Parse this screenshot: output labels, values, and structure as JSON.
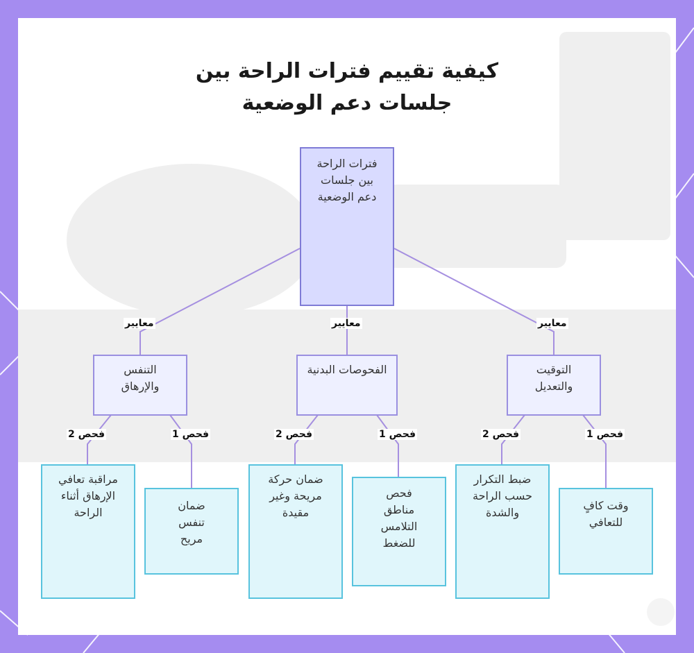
{
  "title": {
    "line1": "كيفية تقييم فترات الراحة بين",
    "line2": "جلسات دعم الوضعية"
  },
  "root": {
    "text": "فترات الراحة بين جلسات دعم الوضعية"
  },
  "criteria_label": "معايير",
  "branches": [
    {
      "name": "التنفس والإرهاق",
      "leaves": [
        {
          "label": "فحص 2",
          "text": "مراقبة تعافي الإرهاق أثناء الراحة"
        },
        {
          "label": "فحص 1",
          "text": "ضمان تنفس مريح"
        }
      ]
    },
    {
      "name": "الفحوصات البدنية",
      "leaves": [
        {
          "label": "فحص 2",
          "text": "ضمان حركة مريحة وغير مقيدة"
        },
        {
          "label": "فحص 1",
          "text": "فحص مناطق التلامس للضغط"
        }
      ]
    },
    {
      "name": "التوقيت والتعديل",
      "leaves": [
        {
          "label": "فحص 2",
          "text": "ضبط التكرار حسب الراحة والشدة"
        },
        {
          "label": "فحص 1",
          "text": "وقت كافٍ للتعافي"
        }
      ]
    }
  ],
  "colors": {
    "frame": "#a58cf0",
    "root_fill": "#d9dbff",
    "mid_fill": "#eef0ff",
    "leaf_fill": "#e0f6fb",
    "leaf_border": "#58c3de",
    "connector": "#a58fe0"
  }
}
